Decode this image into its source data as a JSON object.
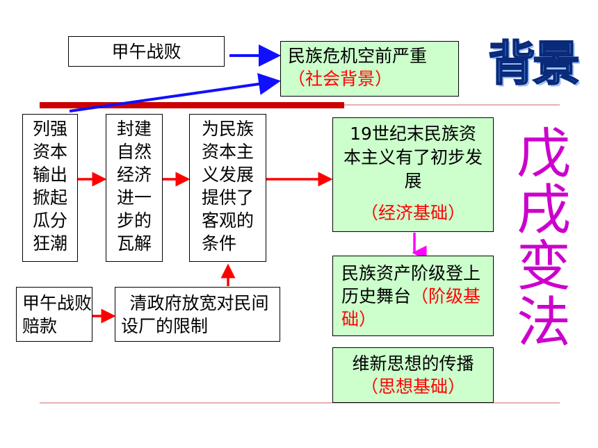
{
  "top": {
    "defeat_box": "甲午战败",
    "crisis_box": {
      "line1": "民族危机空前严重",
      "line2": "（社会背景）"
    }
  },
  "flow": {
    "col1": "列强资本输出掀起瓜分狂潮",
    "col2": "封建自然经济进一步的瓦解",
    "col3": "为民族资本主义发展提供了客观的条件",
    "economic": {
      "line1": "19世纪末民族资本主义有了初步发展",
      "line2": "（经济基础）"
    },
    "indemnity": "甲午战败赔款",
    "policy": "清政府放宽对民间设厂的限制",
    "class_basis": {
      "text": "民族资产阶级登上历史舞台",
      "tag": "（阶级基础）"
    },
    "ideology": {
      "line1": "维新思想的传播",
      "line2": "（思想基础）"
    }
  },
  "side_titles": {
    "background": "背景",
    "reform": "戊戌变法"
  },
  "colors": {
    "arrow_blue": "#1010ff",
    "arrow_red": "#ff0000",
    "arrow_pink": "#ff00ff",
    "box_green": "#ccffcc",
    "bar_red": "#cc0000"
  }
}
